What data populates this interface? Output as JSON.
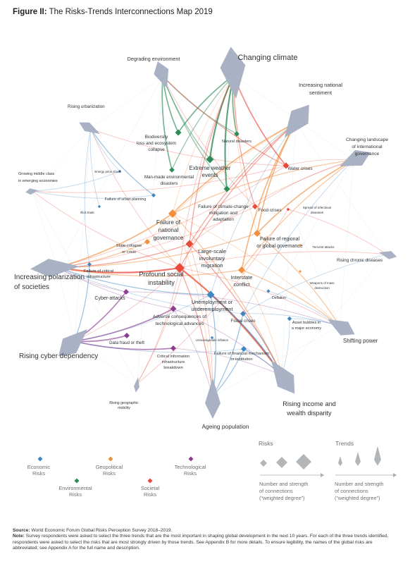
{
  "title_prefix": "Figure II:",
  "title_text": "The Risks-Trends Interconnections Map 2019",
  "colors": {
    "economic": "#3f86c2",
    "environmental": "#2e8b57",
    "geopolitical": "#f0903f",
    "societal": "#ea4a3c",
    "technological": "#8a3f91",
    "trend": "#a8b2c4"
  },
  "trends": [
    {
      "id": "climate",
      "label": "Changing climate"
    },
    {
      "id": "degrading",
      "label": "Degrading environment"
    },
    {
      "id": "sentiment",
      "label": "Increasing national sentiment"
    },
    {
      "id": "urban",
      "label": "Rising urbanization"
    },
    {
      "id": "landscape",
      "label": "Changing landscape of international governance"
    },
    {
      "id": "middle",
      "label": "Growing middle class in emerging economies"
    },
    {
      "id": "chronic",
      "label": "Rising chronic diseases"
    },
    {
      "id": "polar",
      "label": "Increasing polarization of societies"
    },
    {
      "id": "shifting",
      "label": "Shifting power"
    },
    {
      "id": "cyber",
      "label": "Rising cyber dependency"
    },
    {
      "id": "income",
      "label": "Rising income and wealth disparity"
    },
    {
      "id": "mobility",
      "label": "Rising geographic mobility"
    },
    {
      "id": "ageing",
      "label": "Ageing population"
    }
  ],
  "risks": [
    {
      "id": "biodiv",
      "label": "Biodiversity loss and ecosystem collapse",
      "category": "environmental"
    },
    {
      "id": "natural",
      "label": "Natural disasters",
      "category": "environmental"
    },
    {
      "id": "manmade",
      "label": "Man-made environmental disasters",
      "category": "environmental"
    },
    {
      "id": "weather",
      "label": "Extreme weather events",
      "category": "environmental"
    },
    {
      "id": "climatefail",
      "label": "Failure of climate-change mitigation and adaptation",
      "category": "environmental"
    },
    {
      "id": "water",
      "label": "Water crises",
      "category": "societal"
    },
    {
      "id": "energy",
      "label": "Energy price shock",
      "category": "economic"
    },
    {
      "id": "urbanplan",
      "label": "Failure of urban planning",
      "category": "economic"
    },
    {
      "id": "bubble_old",
      "label": "Illicit trade",
      "category": "economic"
    },
    {
      "id": "food",
      "label": "Food crises",
      "category": "societal"
    },
    {
      "id": "infectious",
      "label": "Spread of infectious diseases",
      "category": "societal"
    },
    {
      "id": "natgov",
      "label": "Failure of national governance",
      "category": "geopolitical"
    },
    {
      "id": "regional",
      "label": "Failure of regional or global governance",
      "category": "geopolitical"
    },
    {
      "id": "statecollapse",
      "label": "State collapse or crisis",
      "category": "geopolitical"
    },
    {
      "id": "migration",
      "label": "Large-scale involuntary migration",
      "category": "societal"
    },
    {
      "id": "social",
      "label": "Profound social instability",
      "category": "societal"
    },
    {
      "id": "interstate",
      "label": "Interstate conflict",
      "category": "geopolitical"
    },
    {
      "id": "terror",
      "label": "Terrorist attacks",
      "category": "geopolitical"
    },
    {
      "id": "wmd",
      "label": "Weapons of mass destruction",
      "category": "geopolitical"
    },
    {
      "id": "critinfra",
      "label": "Failure of critical infrastructure",
      "category": "economic"
    },
    {
      "id": "cyberatt",
      "label": "Cyber-attacks",
      "category": "technological"
    },
    {
      "id": "unemploy",
      "label": "Unemployment or underemployment",
      "category": "economic"
    },
    {
      "id": "deflation",
      "label": "Deflation",
      "category": "economic"
    },
    {
      "id": "adverse",
      "label": "Adverse consequences of technological advances",
      "category": "technological"
    },
    {
      "id": "fiscal",
      "label": "Fiscal crises",
      "category": "economic"
    },
    {
      "id": "assetbubble",
      "label": "Asset bubbles in a major economy",
      "category": "economic"
    },
    {
      "id": "datafraud",
      "label": "Data fraud or theft",
      "category": "technological"
    },
    {
      "id": "inflation",
      "label": "Unmanageable inflation",
      "category": "economic"
    },
    {
      "id": "critinfo",
      "label": "Critical information infrastructure breakdown",
      "category": "technological"
    },
    {
      "id": "financial",
      "label": "Failure of financial mechanism or institution",
      "category": "economic"
    }
  ],
  "legend": {
    "categories": [
      {
        "key": "economic",
        "label": "Economic Risks"
      },
      {
        "key": "environmental",
        "label": "Environmental Risks"
      },
      {
        "key": "geopolitical",
        "label": "Geopolitical Risks"
      },
      {
        "key": "societal",
        "label": "Societal Risks"
      },
      {
        "key": "technological",
        "label": "Technological Risks"
      }
    ],
    "risks_title": "Risks",
    "trends_title": "Trends",
    "scale_caption": "Number and strength of connections (“weighted degree”)"
  },
  "footnote": {
    "source_label": "Source:",
    "source_text": "World Economic Forum Global Risks Perception Survey 2018–2019.",
    "note_label": "Note:",
    "note_text": "Survey respondents were asked to select the three trends that are the most important in shaping global development in the next 10 years. For each of the three trends identified, respondents were asked to select the risks that are most strongly driven by those trends. See Appendix B for more details. To ensure legibility, the names of the global risks are abbreviated; see Appendix A for the full name and description."
  }
}
